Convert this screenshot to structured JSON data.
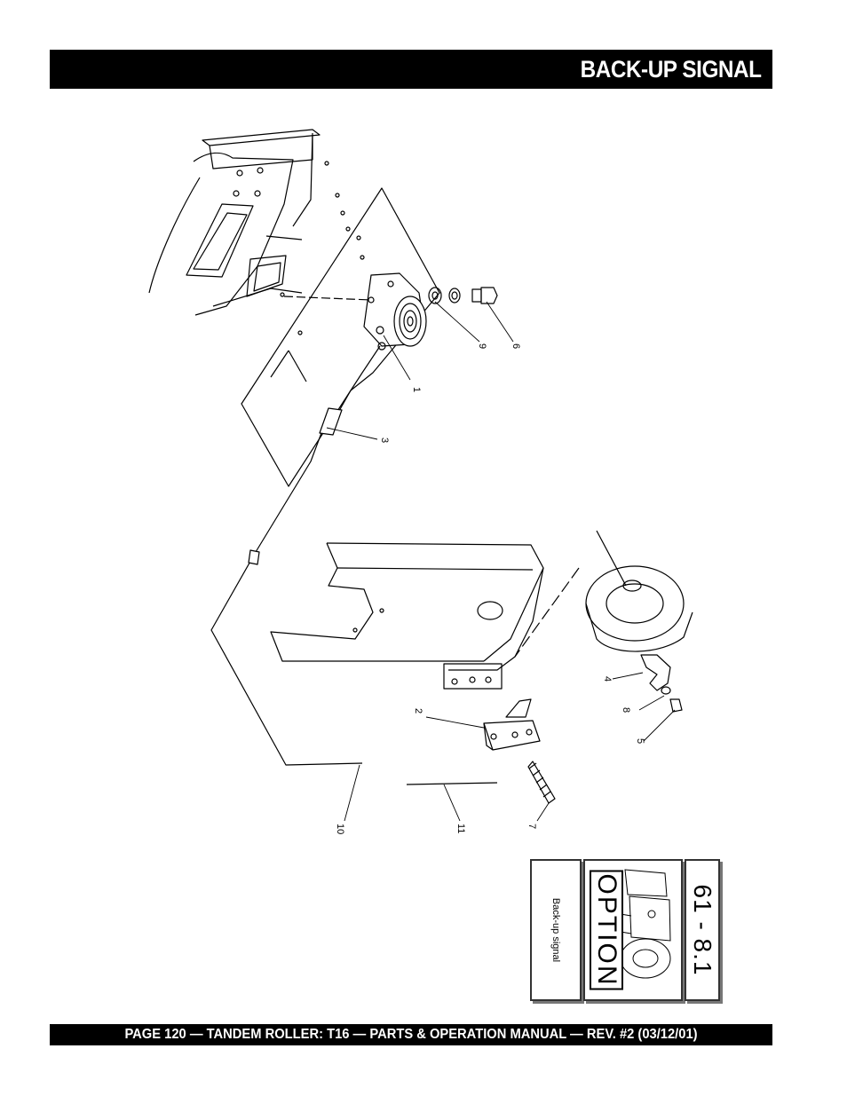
{
  "header": {
    "title": "BACK-UP SIGNAL"
  },
  "footer": {
    "text": "PAGE 120 — TANDEM ROLLER: T16 — PARTS & OPERATION MANUAL — REV. #2 (03/12/01)"
  },
  "diagram": {
    "callouts": {
      "c1": "1",
      "c2": "2",
      "c3": "3",
      "c4": "4",
      "c5": "5",
      "c6": "6",
      "c7": "7",
      "c8": "8",
      "c9": "9",
      "c10": "10",
      "c11": "11"
    }
  },
  "option_tabs": {
    "caption": "Back-up signal",
    "option": "OPTION",
    "code": "61 - 8.1"
  }
}
